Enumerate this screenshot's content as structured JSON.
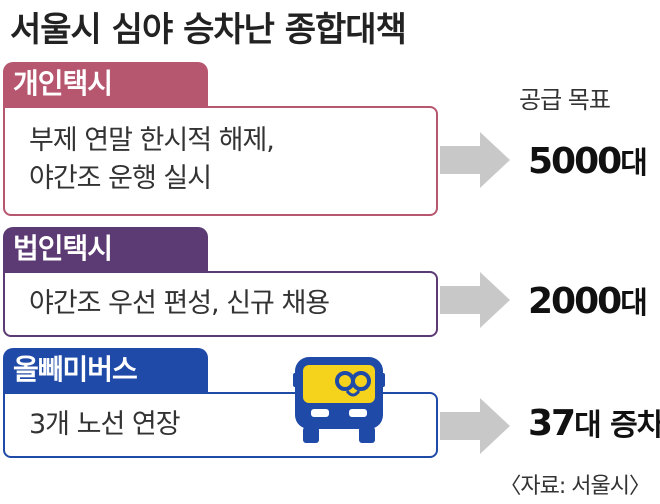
{
  "title": "서울시 심야 승차난 종합대책",
  "goal_header": "공급 목표",
  "sections": [
    {
      "tag": "개인택시",
      "lines": [
        "부제 연말 한시적 해제,",
        "야간조 운행 실시"
      ],
      "value_num": "5000",
      "value_unit": "대",
      "color": "#b7566f"
    },
    {
      "tag": "법인택시",
      "lines": [
        "야간조 우선 편성, 신규 채용"
      ],
      "value_num": "2000",
      "value_unit": "대",
      "color": "#5c3a73"
    },
    {
      "tag": "올빼미버스",
      "lines": [
        "3개 노선 연장"
      ],
      "value_num": "37",
      "value_unit": "대 증차",
      "color": "#1f4aa8"
    }
  ],
  "source": "〈자료: 서울시〉",
  "colors": {
    "arrow": "#c8c8c8",
    "bus_body": "#1f4aa8",
    "bus_window": "#f5d21c"
  }
}
